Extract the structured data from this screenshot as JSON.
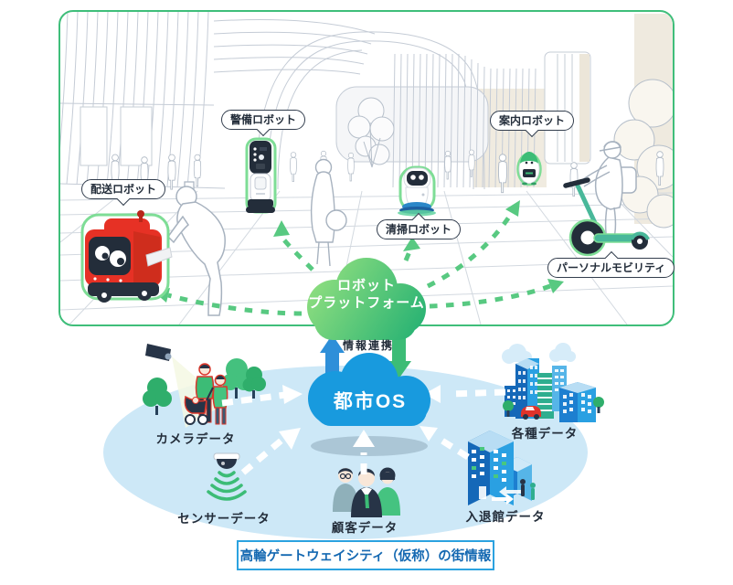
{
  "scene": {
    "robot_labels": [
      {
        "id": "delivery",
        "label": "配送ロボット"
      },
      {
        "id": "security",
        "label": "警備ロボット"
      },
      {
        "id": "cleaning",
        "label": "清掃ロボット"
      },
      {
        "id": "guide",
        "label": "案内ロボット"
      },
      {
        "id": "mobility",
        "label": "パーソナルモビリティ"
      }
    ],
    "platform_cloud": {
      "line1": "ロボット",
      "line2": "プラットフォーム"
    }
  },
  "link": {
    "label": "情報連携"
  },
  "city": {
    "os_label": "都市OS",
    "data_sources": [
      {
        "id": "camera",
        "label": "カメラデータ"
      },
      {
        "id": "sensor",
        "label": "センサーデータ"
      },
      {
        "id": "customer",
        "label": "顧客データ"
      },
      {
        "id": "entry",
        "label": "入退館データ"
      },
      {
        "id": "various",
        "label": "各種データ"
      }
    ],
    "footer": "高輪ゲートウェイシティ（仮称）の街情報"
  },
  "colors": {
    "frame_green": "#3fbe7a",
    "dash_green": "#58c981",
    "platform_cloud_from": "#95e180",
    "platform_cloud_to": "#25b173",
    "os_cloud_blue": "#189ade",
    "ellipse_blue": "#cde8f7",
    "link_up_arrow_blue": "#2e8fd9",
    "link_down_arrow_green": "#3cbc76",
    "robot_red": "#e63125",
    "navy": "#273447",
    "footer_border_blue": "#2ba2e0",
    "footer_text_blue": "#1569b2"
  }
}
